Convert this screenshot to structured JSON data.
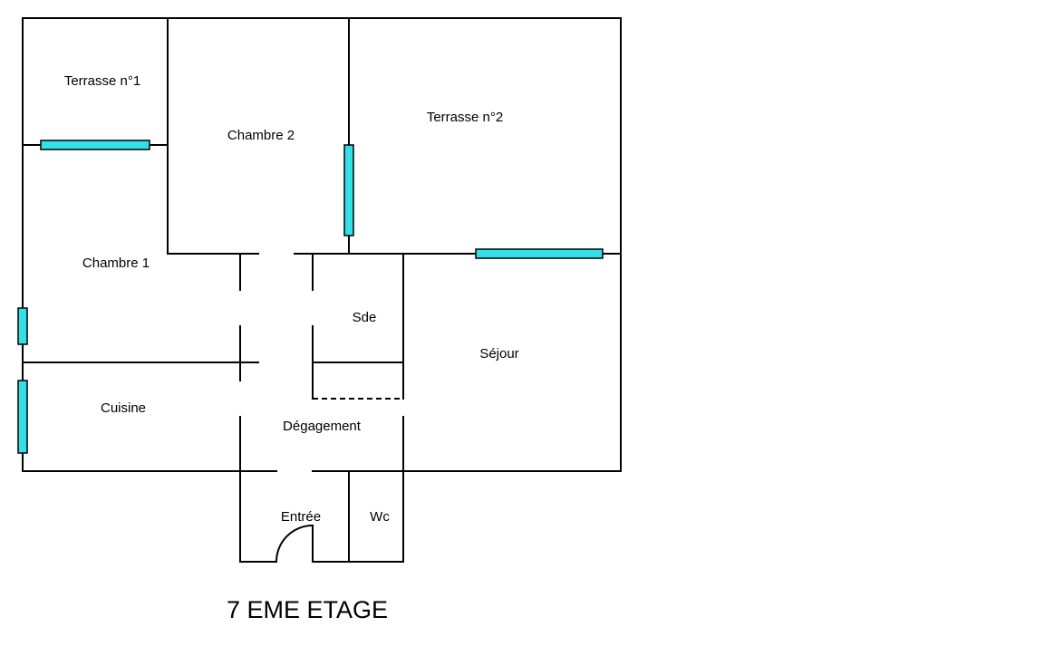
{
  "rooms": {
    "terrasse1": "Terrasse n°1",
    "chambre2": "Chambre 2",
    "terrasse2": "Terrasse n°2",
    "chambre1": "Chambre 1",
    "sde": "Sde",
    "sejour": "Séjour",
    "cuisine": "Cuisine",
    "degagement": "Dégagement",
    "entree": "Entrée",
    "wc": "Wc"
  },
  "floor": {
    "title": "7 EME ETAGE"
  },
  "colors": {
    "window": "#33e0e8",
    "wall": "#000000",
    "background": "#ffffff"
  }
}
